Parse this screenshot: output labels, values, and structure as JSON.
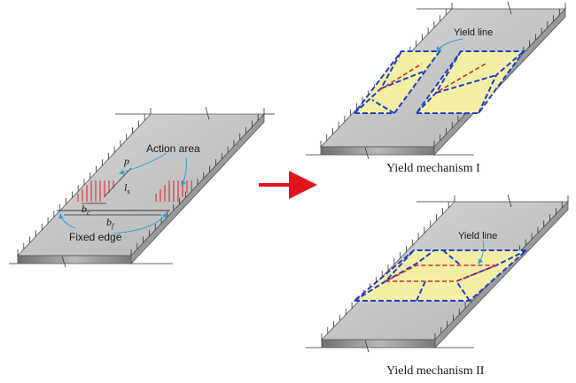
{
  "left_panel": {
    "load_label": "p",
    "action_area_label": "Action area",
    "fixed_edge_label": "Fixed edge",
    "dim_ls": "l",
    "dim_ls_sub": "s",
    "dim_bc": "b",
    "dim_bc_sub": "c",
    "dim_bf": "b",
    "dim_bf_sub": "f"
  },
  "transition_arrow_color": "#e0141a",
  "mechanism_1": {
    "title": "Yield mechanism I",
    "yield_line_label": "Yield line"
  },
  "mechanism_2": {
    "title": "Yield mechanism II",
    "yield_line_label": "Yield line"
  },
  "colors": {
    "slab_top": "#c9c9c9",
    "slab_side": "#8c8c8c",
    "plate_fill": "#f3f0a6",
    "yield_blue": "#1f3fc9",
    "yield_red": "#d42a2a",
    "load_arrow": "#e0141a",
    "leader": "#2ea3d6"
  }
}
